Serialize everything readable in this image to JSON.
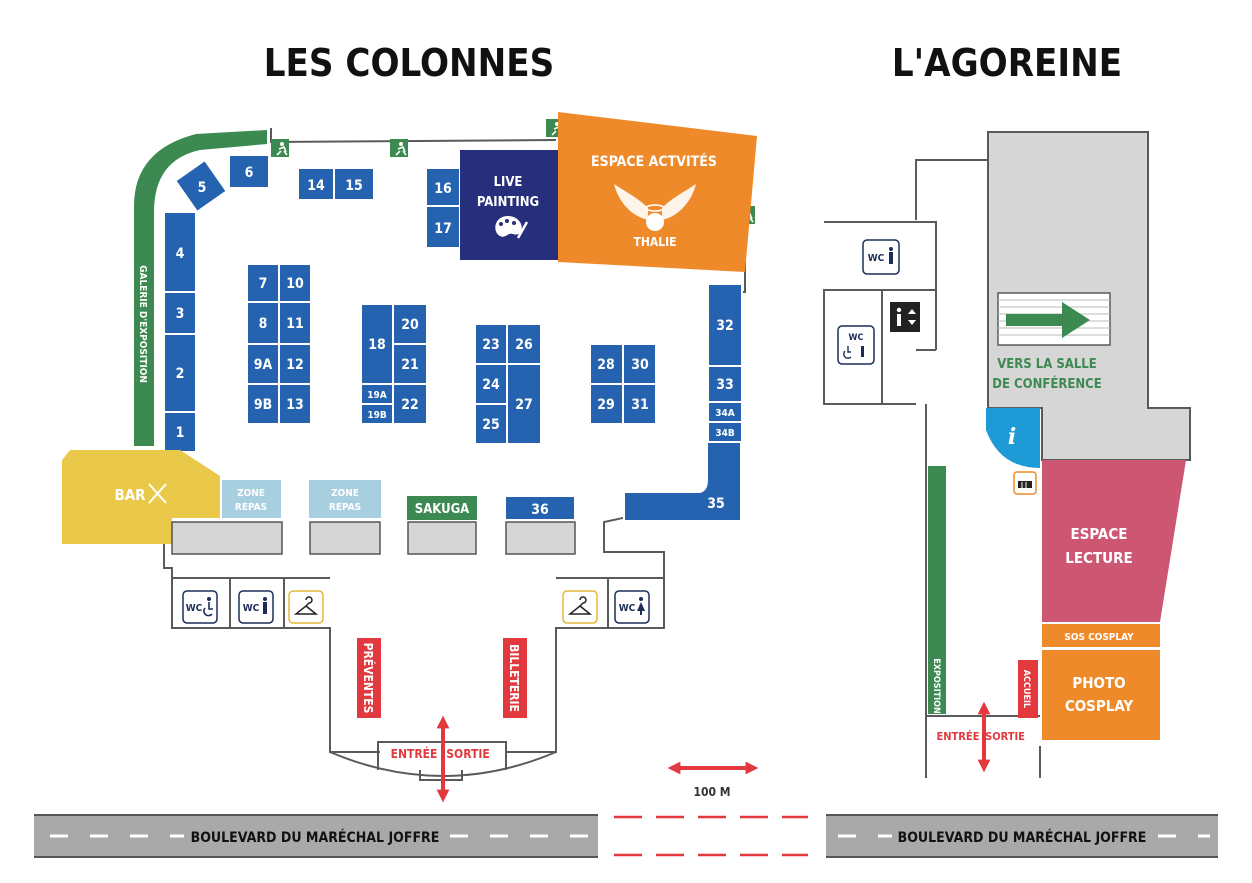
{
  "titles": {
    "left": "LES COLONNES",
    "right": "L'AGOREINE"
  },
  "colors": {
    "stand": "#2563b0",
    "gallery": "#3c8a52",
    "orange": "#ee8a2a",
    "navy": "#272e7c",
    "bar": "#eac84a",
    "zone_repas": "#a8cfe0",
    "lecture": "#cd5672",
    "red": "#e2393f",
    "info": "#1e9ad6"
  },
  "left": {
    "galerie_label": "GALERIE D'EXPOSITION",
    "stands": {
      "s1": "1",
      "s2": "2",
      "s3": "3",
      "s4": "4",
      "s5": "5",
      "s6": "6",
      "s7": "7",
      "s8": "8",
      "s9a": "9A",
      "s9b": "9B",
      "s10": "10",
      "s11": "11",
      "s12": "12",
      "s13": "13",
      "s14": "14",
      "s15": "15",
      "s16": "16",
      "s17": "17",
      "s18": "18",
      "s19a": "19A",
      "s19b": "19B",
      "s20": "20",
      "s21": "21",
      "s22": "22",
      "s23": "23",
      "s24": "24",
      "s25": "25",
      "s26": "26",
      "s27": "27",
      "s28": "28",
      "s29": "29",
      "s30": "30",
      "s31": "31",
      "s32": "32",
      "s33": "33",
      "s34a": "34A",
      "s34b": "34B",
      "s35": "35",
      "s36": "36"
    },
    "live_painting": [
      "LIVE",
      "PAINTING"
    ],
    "espace_activites": "ESPACE ACTVITÉS",
    "thalie": "THALIE",
    "bar": "BAR",
    "zone_repas": [
      "ZONE",
      "REPAS"
    ],
    "sakuga": "SAKUGA",
    "wc": "WC",
    "preventes": "PRÉVENTES",
    "billeterie": "BILLETERIE",
    "entree": "ENTRÉE",
    "slash": "/",
    "sortie": "SORTIE"
  },
  "scale": "100 M",
  "road_label": "BOULEVARD DU MARÉCHAL JOFFRE",
  "right": {
    "wc": "WC",
    "vers_salle": [
      "VERS LA SALLE",
      "DE CONFÉRENCE"
    ],
    "info": "i",
    "espace_lecture": [
      "ESPACE",
      "LECTURE"
    ],
    "sos_cosplay": "SOS COSPLAY",
    "photo_cosplay": [
      "PHOTO",
      "COSPLAY"
    ],
    "exposition": "EXPOSITION",
    "accueil": "ACCUEIL",
    "entree": "ENTRÉE",
    "slash": "/",
    "sortie": "SORTIE"
  }
}
